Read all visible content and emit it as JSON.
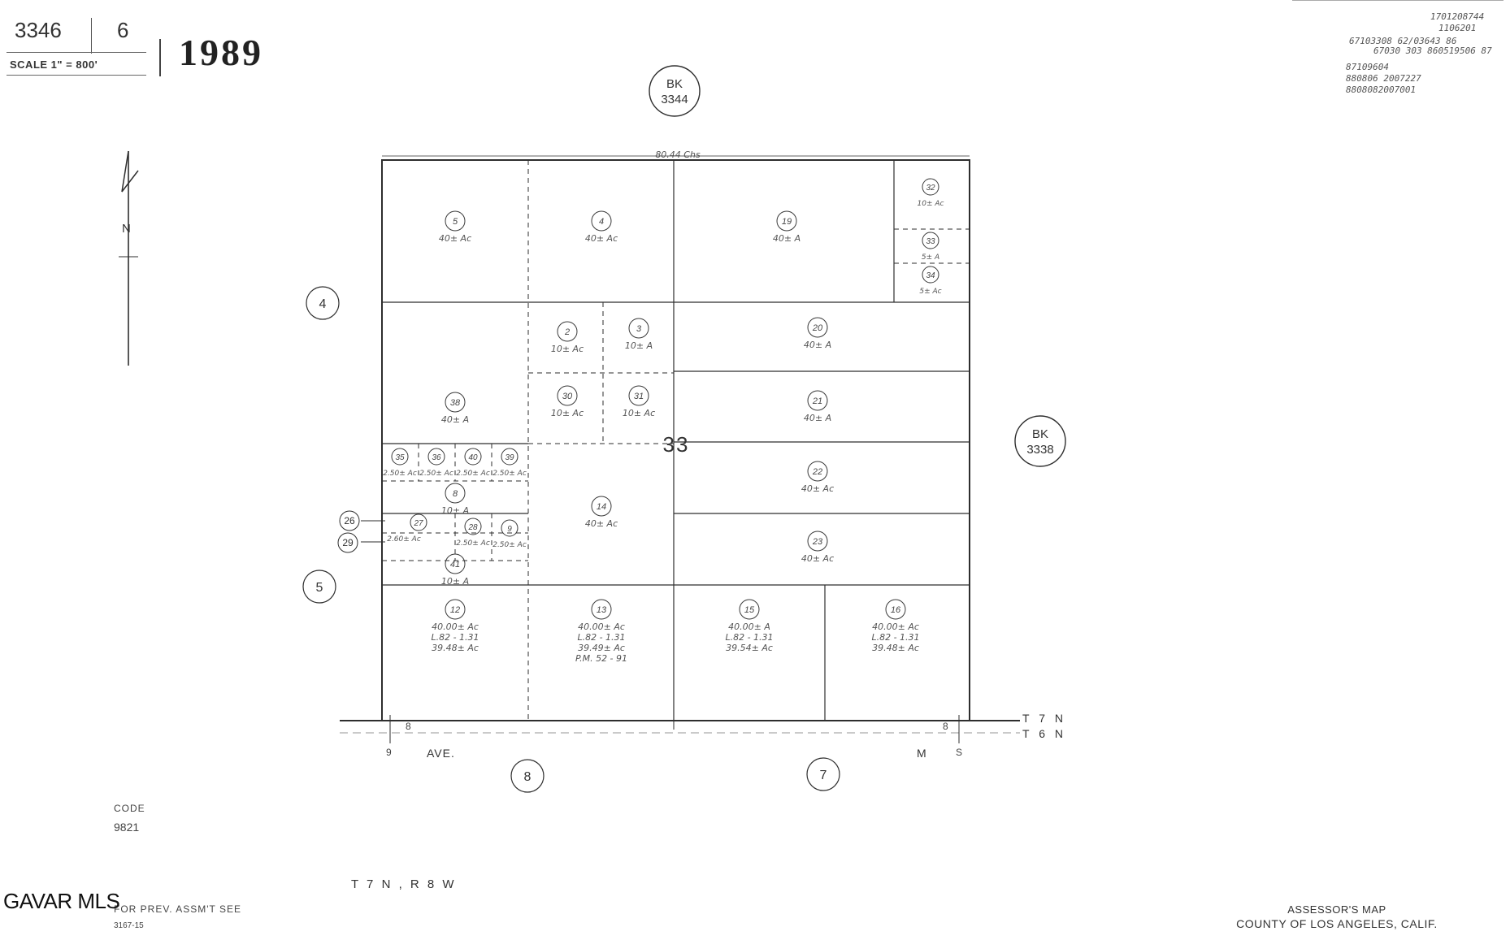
{
  "header": {
    "book": "3346",
    "page": "6",
    "scale": "SCALE 1\" = 800'",
    "year": "1989"
  },
  "references": [
    "1701208744",
    "1106201",
    "67103308 62/03643 86",
    "67030 303 860519506 87",
    "87109604",
    "880806 2007227",
    "8808082007001"
  ],
  "adjacent_books": {
    "north": {
      "prefix": "BK",
      "number": "3344"
    },
    "east": {
      "prefix": "BK",
      "number": "3338"
    }
  },
  "adjacent_pages": {
    "west_top": "4",
    "west_bottom": "5",
    "south_left": "8",
    "south_right": "7"
  },
  "north_arrow": "N",
  "top_dimension": "80.44 Chs",
  "section_number": "33",
  "township_right": {
    "top": "T 7 N",
    "bottom": "T 6 N"
  },
  "corner_marks": {
    "left_top": "8",
    "left_bottom": "9",
    "right_top": "8",
    "right_bottom": "S"
  },
  "street_labels": {
    "left": "AVE.",
    "right": "M"
  },
  "parcels": [
    {
      "num": "5",
      "area": "40± Ac"
    },
    {
      "num": "4",
      "area": "40± Ac"
    },
    {
      "num": "19",
      "area": "40± A"
    },
    {
      "num": "32",
      "area": "10± Ac"
    },
    {
      "num": "33",
      "area": "5± A"
    },
    {
      "num": "34",
      "area": "5± Ac"
    },
    {
      "num": "2",
      "area": "10± Ac"
    },
    {
      "num": "3",
      "area": "10± A"
    },
    {
      "num": "20",
      "area": "40± A"
    },
    {
      "num": "30",
      "area": "10± Ac"
    },
    {
      "num": "31",
      "area": "10± Ac"
    },
    {
      "num": "21",
      "area": "40± A"
    },
    {
      "num": "38",
      "area": "40± A"
    },
    {
      "num": "35",
      "area": "2.50± Ac"
    },
    {
      "num": "36",
      "area": "2.50± Ac"
    },
    {
      "num": "40",
      "area": "2.50± Ac"
    },
    {
      "num": "39",
      "area": "2.50± Ac"
    },
    {
      "num": "8",
      "area": "10± A"
    },
    {
      "num": "14",
      "area": "40± Ac"
    },
    {
      "num": "22",
      "area": "40± Ac"
    },
    {
      "num": "27",
      "area": "2.60± Ac"
    },
    {
      "num": "28",
      "area": "2.50± Ac"
    },
    {
      "num": "9",
      "area": "2.50± Ac"
    },
    {
      "num": "23",
      "area": "40± Ac"
    },
    {
      "num": "41",
      "area": "10± A"
    },
    {
      "num": "12",
      "area": "40.00± Ac",
      "line2": "L.82 - 1.31",
      "line3": "39.48± Ac"
    },
    {
      "num": "13",
      "area": "40.00± Ac",
      "line2": "L.82 - 1.31",
      "line3": "39.49± Ac",
      "note": "P.M. 52 - 91"
    },
    {
      "num": "15",
      "area": "40.00± A",
      "line2": "L.82 - 1.31",
      "line3": "39.54± Ac"
    },
    {
      "num": "16",
      "area": "40.00± Ac",
      "line2": "L.82 - 1.31",
      "line3": "39.48± Ac"
    }
  ],
  "side_callouts": [
    "26",
    "29"
  ],
  "code": {
    "label": "CODE",
    "value": "9821"
  },
  "township_range": "T 7 N , R 8 W",
  "prev_assmt": {
    "label": "FOR PREV. ASSM'T SEE",
    "value": "3167-15"
  },
  "watermark": "GAVAR MLS",
  "footer": {
    "line1": "ASSESSOR'S MAP",
    "line2": "COUNTY OF LOS ANGELES, CALIF."
  },
  "colors": {
    "ink": "#2e2e2e",
    "paper": "#ffffff"
  }
}
